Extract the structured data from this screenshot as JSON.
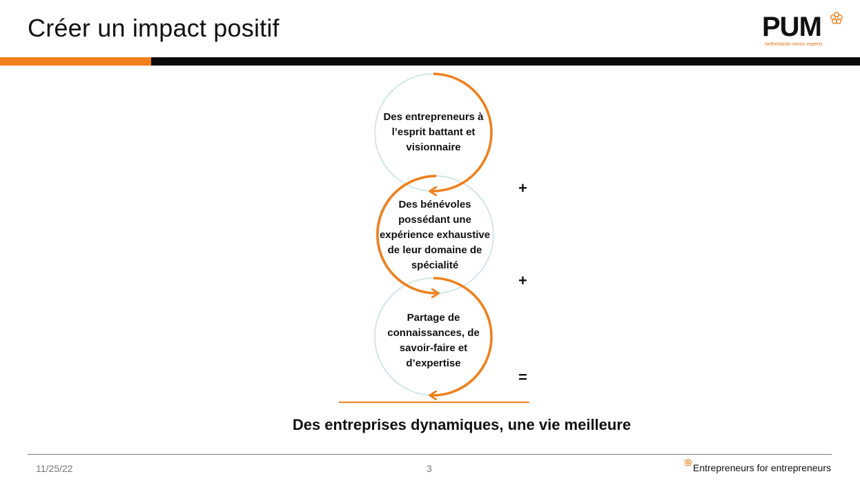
{
  "slide": {
    "title": "Créer un impact positif",
    "logo": {
      "name": "PUM",
      "tagline": "Netherlands senior experts",
      "icon": "flower-icon",
      "accent": "#f07f1b"
    },
    "diagram": {
      "steps": [
        {
          "text": "Des entrepreneurs à l’esprit battant et visionnaire"
        },
        {
          "text": "Des bénévoles possédant une expérience exhaustive de leur domaine de spécialité"
        },
        {
          "text": "Partage de connaissances, de savoir-faire et d’expertise"
        }
      ],
      "operators": [
        "+",
        "+",
        "="
      ],
      "result": "Des entreprises dynamiques, une vie meilleure",
      "colors": {
        "arc": "#f07f1b",
        "ring": "#d2e6ea"
      }
    },
    "footer": {
      "date": "11/25/22",
      "page": "3",
      "tagline": "Entrepreneurs for entrepreneurs"
    }
  }
}
